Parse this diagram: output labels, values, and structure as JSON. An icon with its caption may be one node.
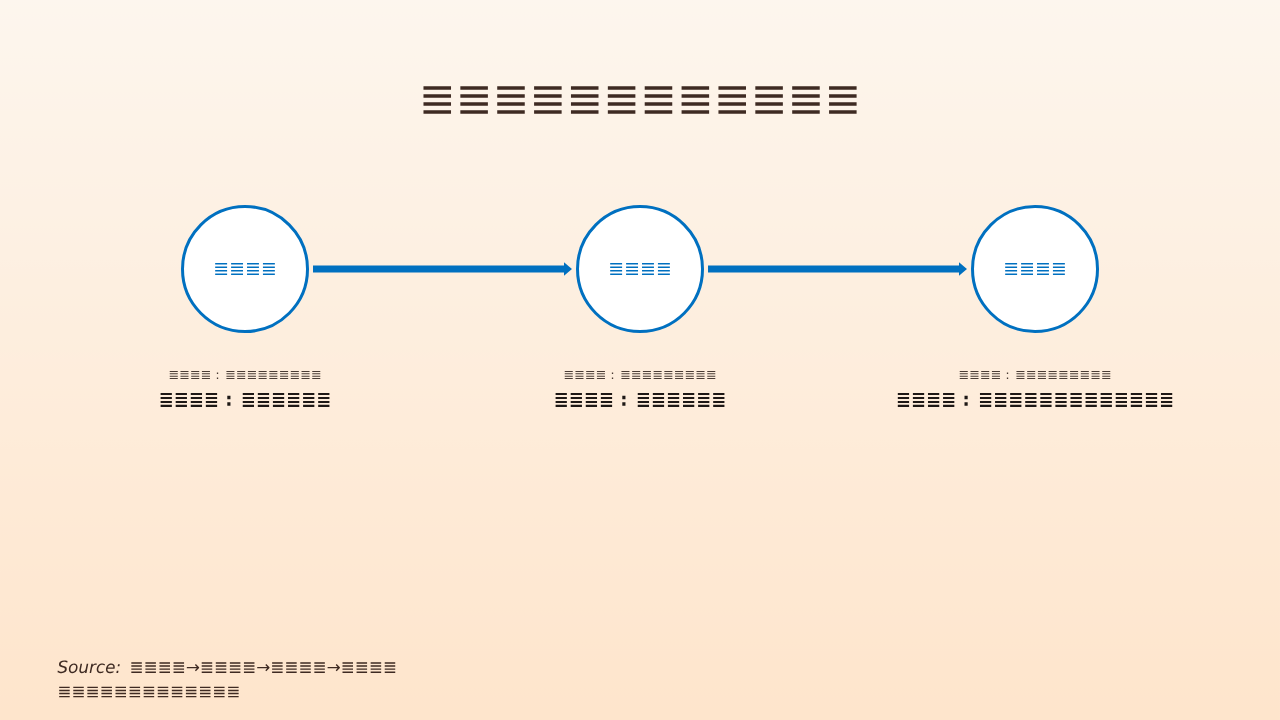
{
  "diagram": {
    "title": "≣≣≣≣≣≣≣≣≣≣≣≣",
    "nodes": [
      {
        "text": [
          "≣≣≣≣"
        ],
        "beside": [
          "≣≣≣≣ : ≣≣≣≣≣≣≣≣≣",
          "≣≣≣≣ : ≣≣≣≣≣≣"
        ]
      },
      {
        "text": [
          "≣≣≣≣"
        ],
        "beside": [
          "≣≣≣≣ : ≣≣≣≣≣≣≣≣≣",
          "≣≣≣≣ : ≣≣≣≣≣≣"
        ]
      },
      {
        "text": [
          "≣≣≣≣"
        ],
        "beside": [
          "≣≣≣≣ : ≣≣≣≣≣≣≣≣≣",
          "≣≣≣≣ : ≣≣≣≣≣≣≣≣≣≣≣≣≣"
        ]
      }
    ],
    "edges": [
      {
        "from": 0,
        "to": 1,
        "arrow": "to"
      },
      {
        "from": 1,
        "to": 2,
        "arrow": "to"
      }
    ],
    "caption": "*Source:* ≣≣≣≣→≣≣≣≣→≣≣≣≣→≣≣≣≣ ≣≣≣≣≣≣≣≣≣≣≣≣≣"
  }
}
